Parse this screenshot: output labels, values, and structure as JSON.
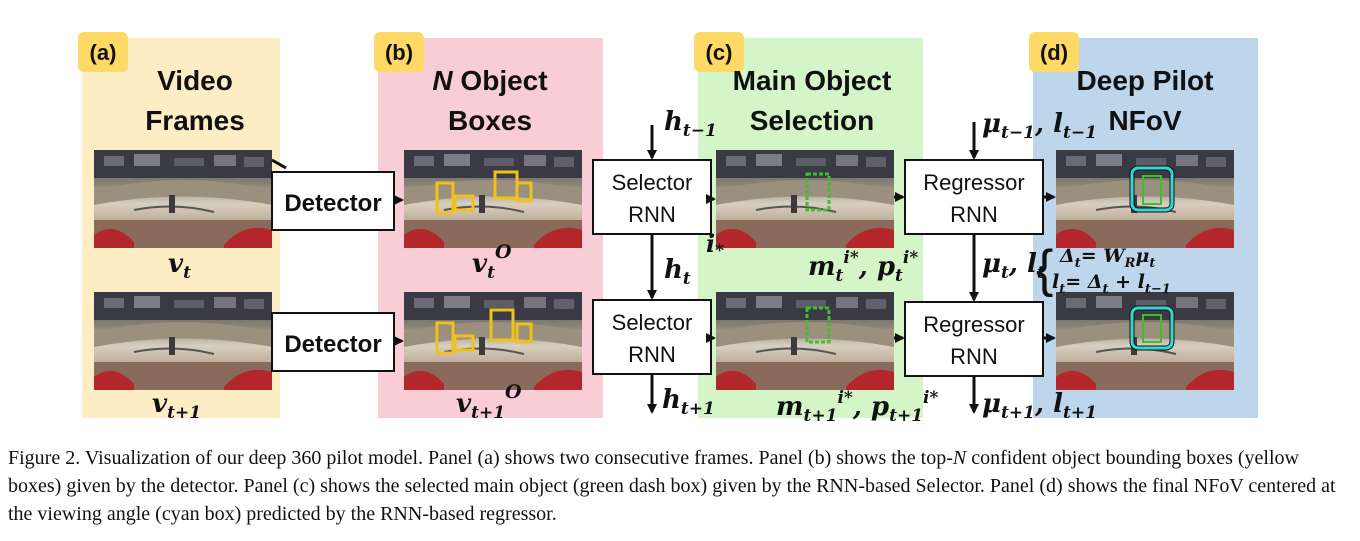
{
  "panels": {
    "a": {
      "tag": "(a)",
      "title_line1": "Video",
      "title_line2": "Frames",
      "color": "#fcedc4"
    },
    "b": {
      "tag": "(b)",
      "title_n": "N",
      "title_line1_rest": " Object",
      "title_line2": "Boxes",
      "color": "#f9cdd6"
    },
    "c": {
      "tag": "(c)",
      "title_line1": "Main Object",
      "title_line2": "Selection",
      "color": "#d4f5c8"
    },
    "d": {
      "tag": "(d)",
      "title_line1": "Deep Pilot",
      "title_line2": "NFoV",
      "color": "#bdd6ec"
    }
  },
  "tag_color": "#ffd966",
  "blocks": {
    "detector": "Detector",
    "selector_line1": "Selector",
    "selector_line2": "RNN",
    "regressor_line1": "Regressor",
    "regressor_line2": "RNN"
  },
  "math": {
    "v_t": "v",
    "v_t_sub": "t",
    "v_t1_sub": "t+1",
    "v_o_sup": "O",
    "h": "h",
    "h_tm1_sub": "t−1",
    "h_t_sub": "t",
    "h_t1_sub": "t+1",
    "i_star": "i",
    "star": "*",
    "m": "m",
    "p": "p",
    "istar_sup": "i*",
    "comma": ", ",
    "mu": "μ",
    "l": "l",
    "eq1_lhs": "Δ",
    "eq1_rhs": "= W",
    "eq1_R": "R",
    "eq1_mu": "μ",
    "eq2_rhs": "= Δ",
    "eq2_plus": " + l",
    "sub_t": "t",
    "sub_tm1": "t−1",
    "sub_t1": "t+1",
    "brace": "{"
  },
  "box_colors": {
    "yellow": "#f2c21b",
    "green": "#3fbf2f",
    "cyan": "#36d6d0"
  },
  "caption": {
    "part1": "Figure 2. Visualization of our deep 360 pilot model. Panel (a) shows two consecutive frames. Panel (b) shows the top-",
    "n": "N",
    "part2": " confident object bounding boxes (yellow boxes) given by the detector. Panel (c) shows the selected main object (green dash box) given by the RNN-based Selector. Panel (d) shows the final NFoV centered at the viewing angle (cyan box) predicted by the RNN-based regressor."
  }
}
